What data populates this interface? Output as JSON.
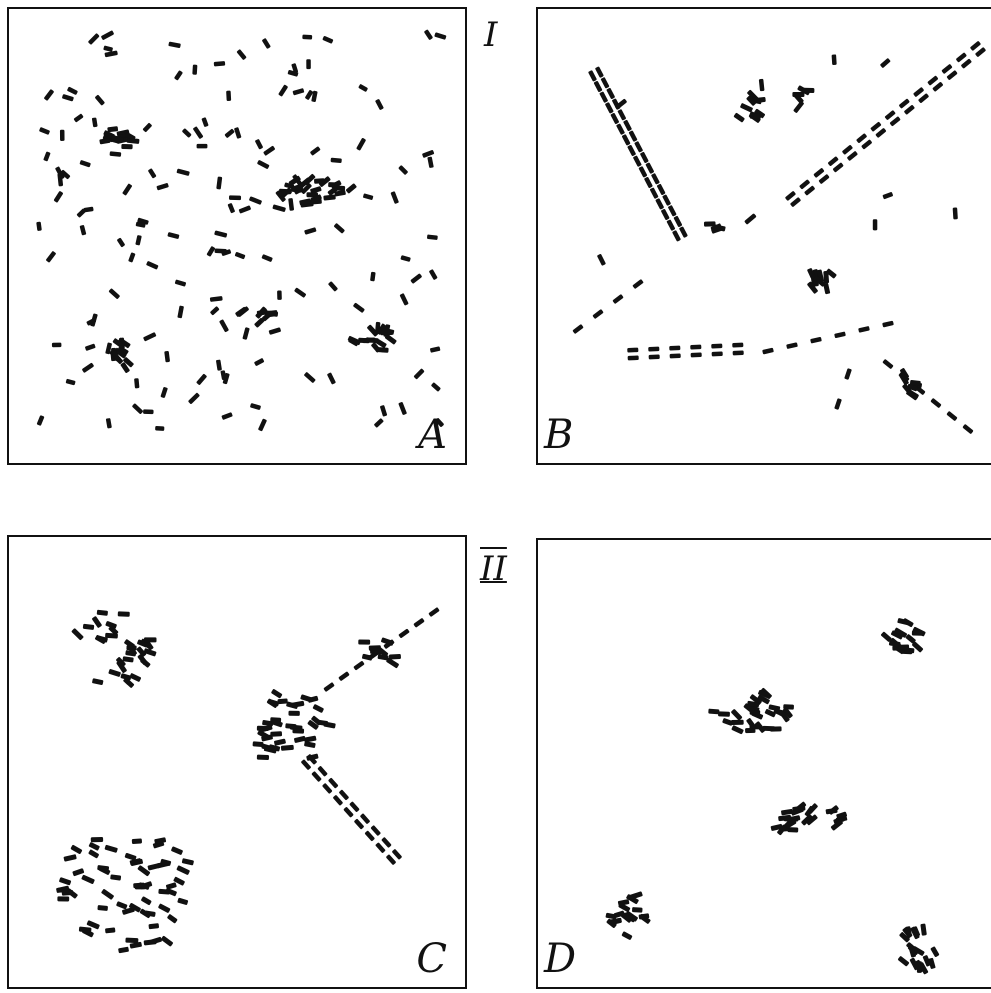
{
  "figure": {
    "groups": [
      {
        "numeral": "I",
        "panels": [
          "A",
          "B"
        ]
      },
      {
        "numeral": "II",
        "panels": [
          "C",
          "D"
        ]
      }
    ]
  },
  "panels": {
    "A": {
      "letter": "A"
    },
    "B": {
      "letter": "B"
    },
    "C": {
      "letter": "C"
    },
    "D": {
      "letter": "D"
    }
  },
  "colors": {
    "ink": "#111111",
    "paper": "#ffffff"
  }
}
